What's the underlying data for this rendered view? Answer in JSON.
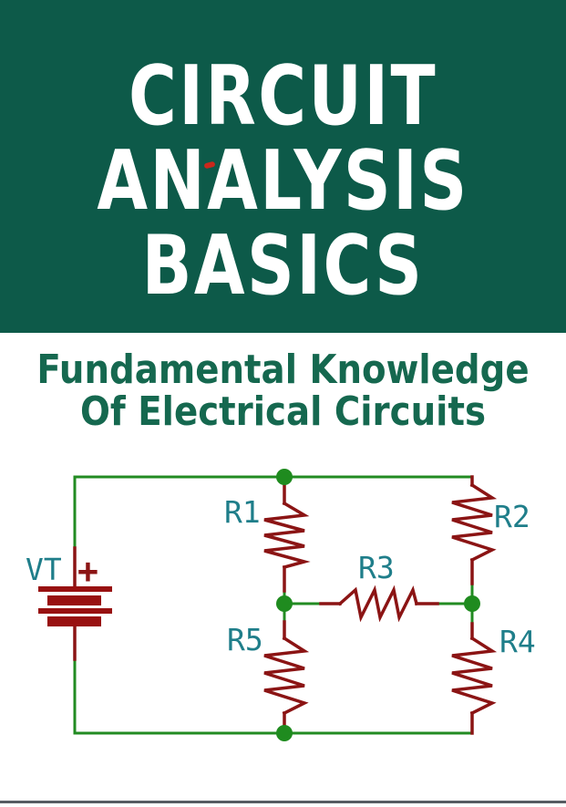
{
  "cover": {
    "title_lines": [
      "CIRCUIT",
      "ANALYSIS",
      "BASICS"
    ],
    "subtitle_lines": [
      "Fundamental Knowledge",
      "Of Electrical Circuits"
    ]
  },
  "circuit": {
    "source_label": "VT",
    "plus_label": "+",
    "resistor_labels": {
      "r1": "R1",
      "r2": "R2",
      "r3": "R3",
      "r4": "R4",
      "r5": "R5"
    }
  },
  "colors": {
    "banner_green": "#0d5a49",
    "subtitle_green": "#15684f",
    "wire_green": "#228b22",
    "junction_green": "#1f8b1f",
    "component_red": "#8b1414",
    "battery_plate_red": "#981111",
    "accent_red_dash": "#c9281c",
    "label_teal": "#1f7e8a",
    "bottom_rule_gray": "#565c62"
  }
}
